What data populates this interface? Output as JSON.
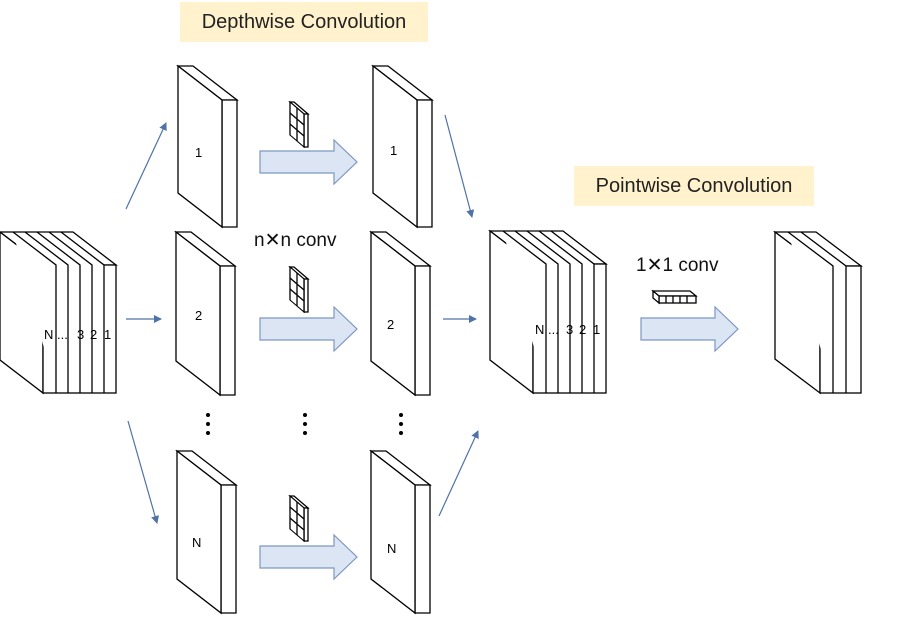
{
  "titles": {
    "depthwise": "Depthwise Convolution",
    "pointwise": "Pointwise Convolution"
  },
  "labels": {
    "nxn_conv": "n✕n conv",
    "onexone_conv": "1✕1 conv"
  },
  "input_stack": {
    "channels": [
      "N",
      "...",
      "3",
      "2",
      "1"
    ]
  },
  "depthwise_inputs": [
    "1",
    "2",
    "N"
  ],
  "depthwise_outputs": [
    "1",
    "2",
    "N"
  ],
  "concat_stack": {
    "channels": [
      "N",
      "...",
      "3",
      "2",
      "1"
    ]
  },
  "colors": {
    "title_bg": "#fff2cc",
    "arrow_fill": "#dbe5f3",
    "arrow_stroke": "#7c97c2",
    "flow_line": "#4f72a8"
  }
}
